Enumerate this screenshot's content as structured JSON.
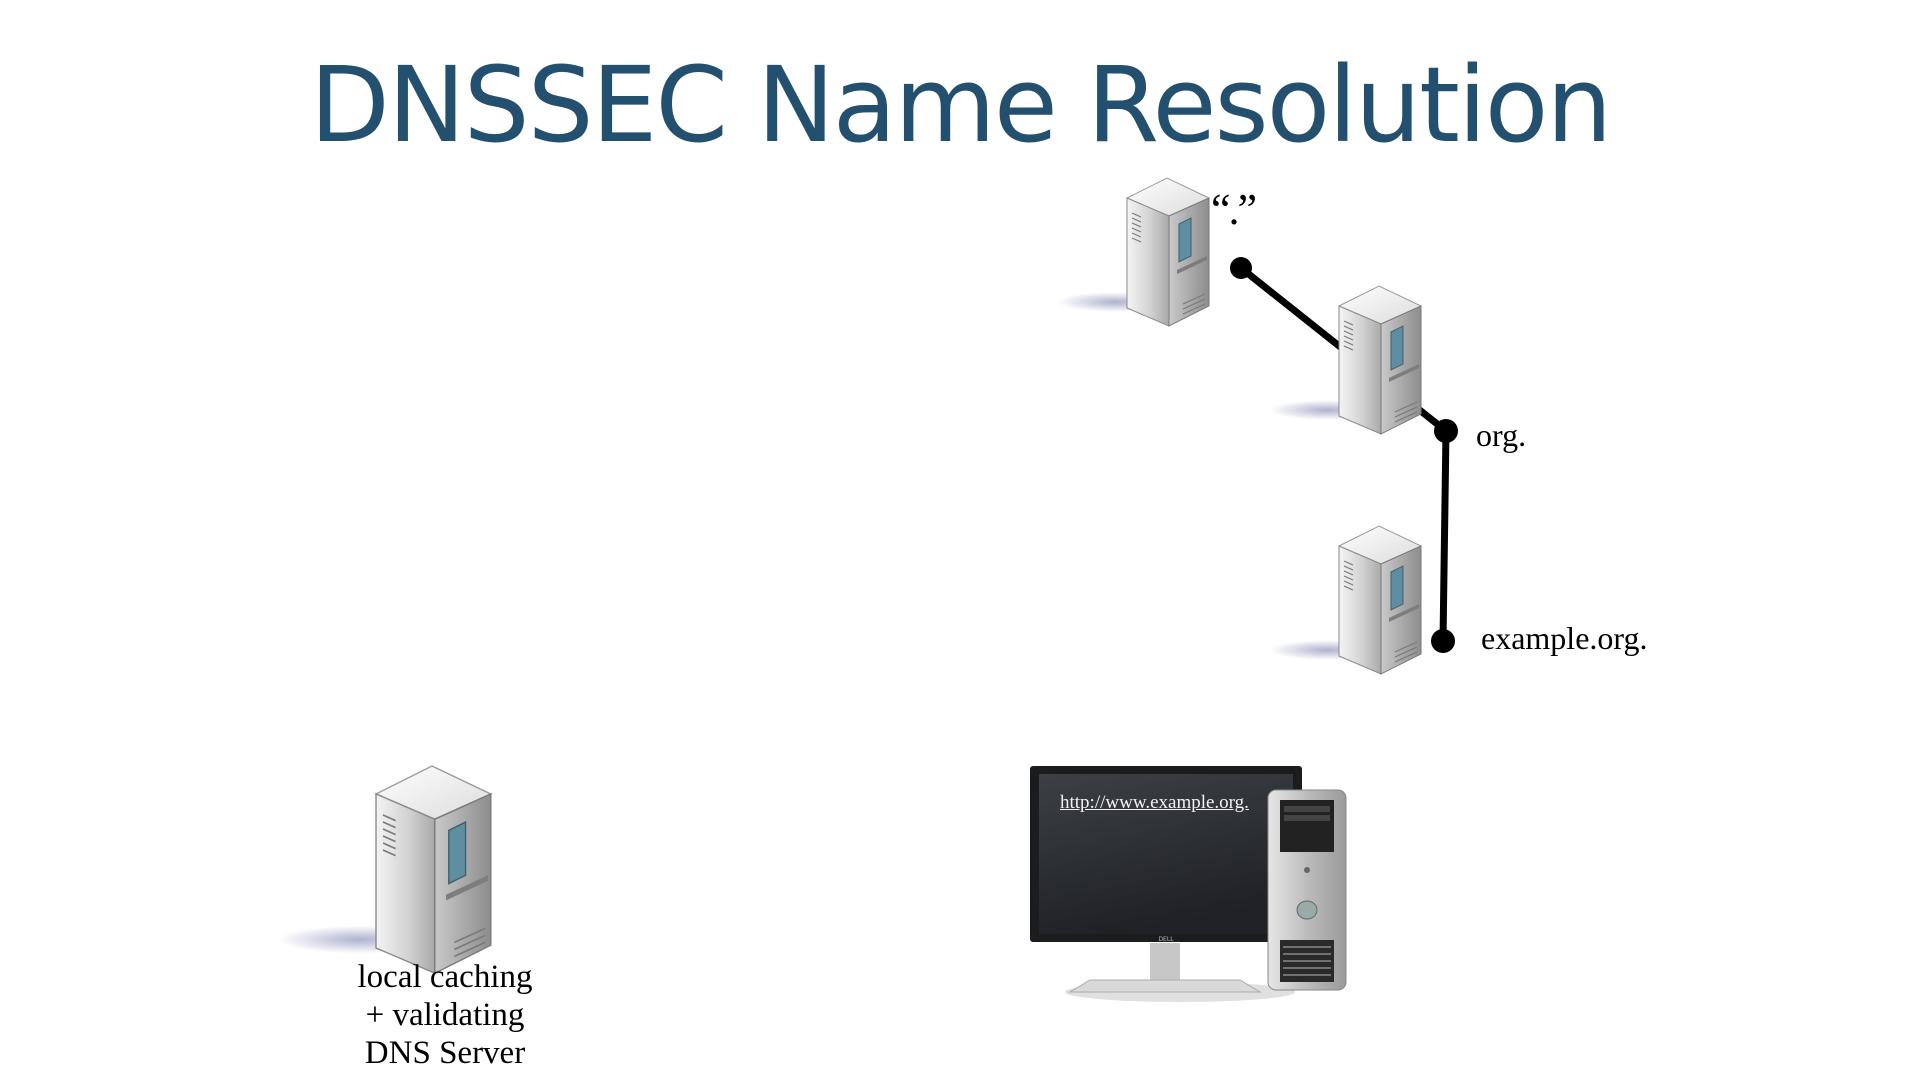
{
  "title": "DNSSEC Name Resolution",
  "nodes": {
    "root": {
      "label": "“.”"
    },
    "org": {
      "label": "org."
    },
    "example": {
      "label": "example.org."
    },
    "local": {
      "label_lines": [
        "local caching",
        "+ validating",
        "DNS Server"
      ]
    }
  },
  "client": {
    "url": "http://www.example.org.",
    "monitor_brand": "DELL"
  },
  "colors": {
    "title": "#24506f",
    "link_line": "#000000",
    "server_body": "#d6d6d6",
    "server_window": "#5f8ea0",
    "screen": "#2e3135"
  }
}
